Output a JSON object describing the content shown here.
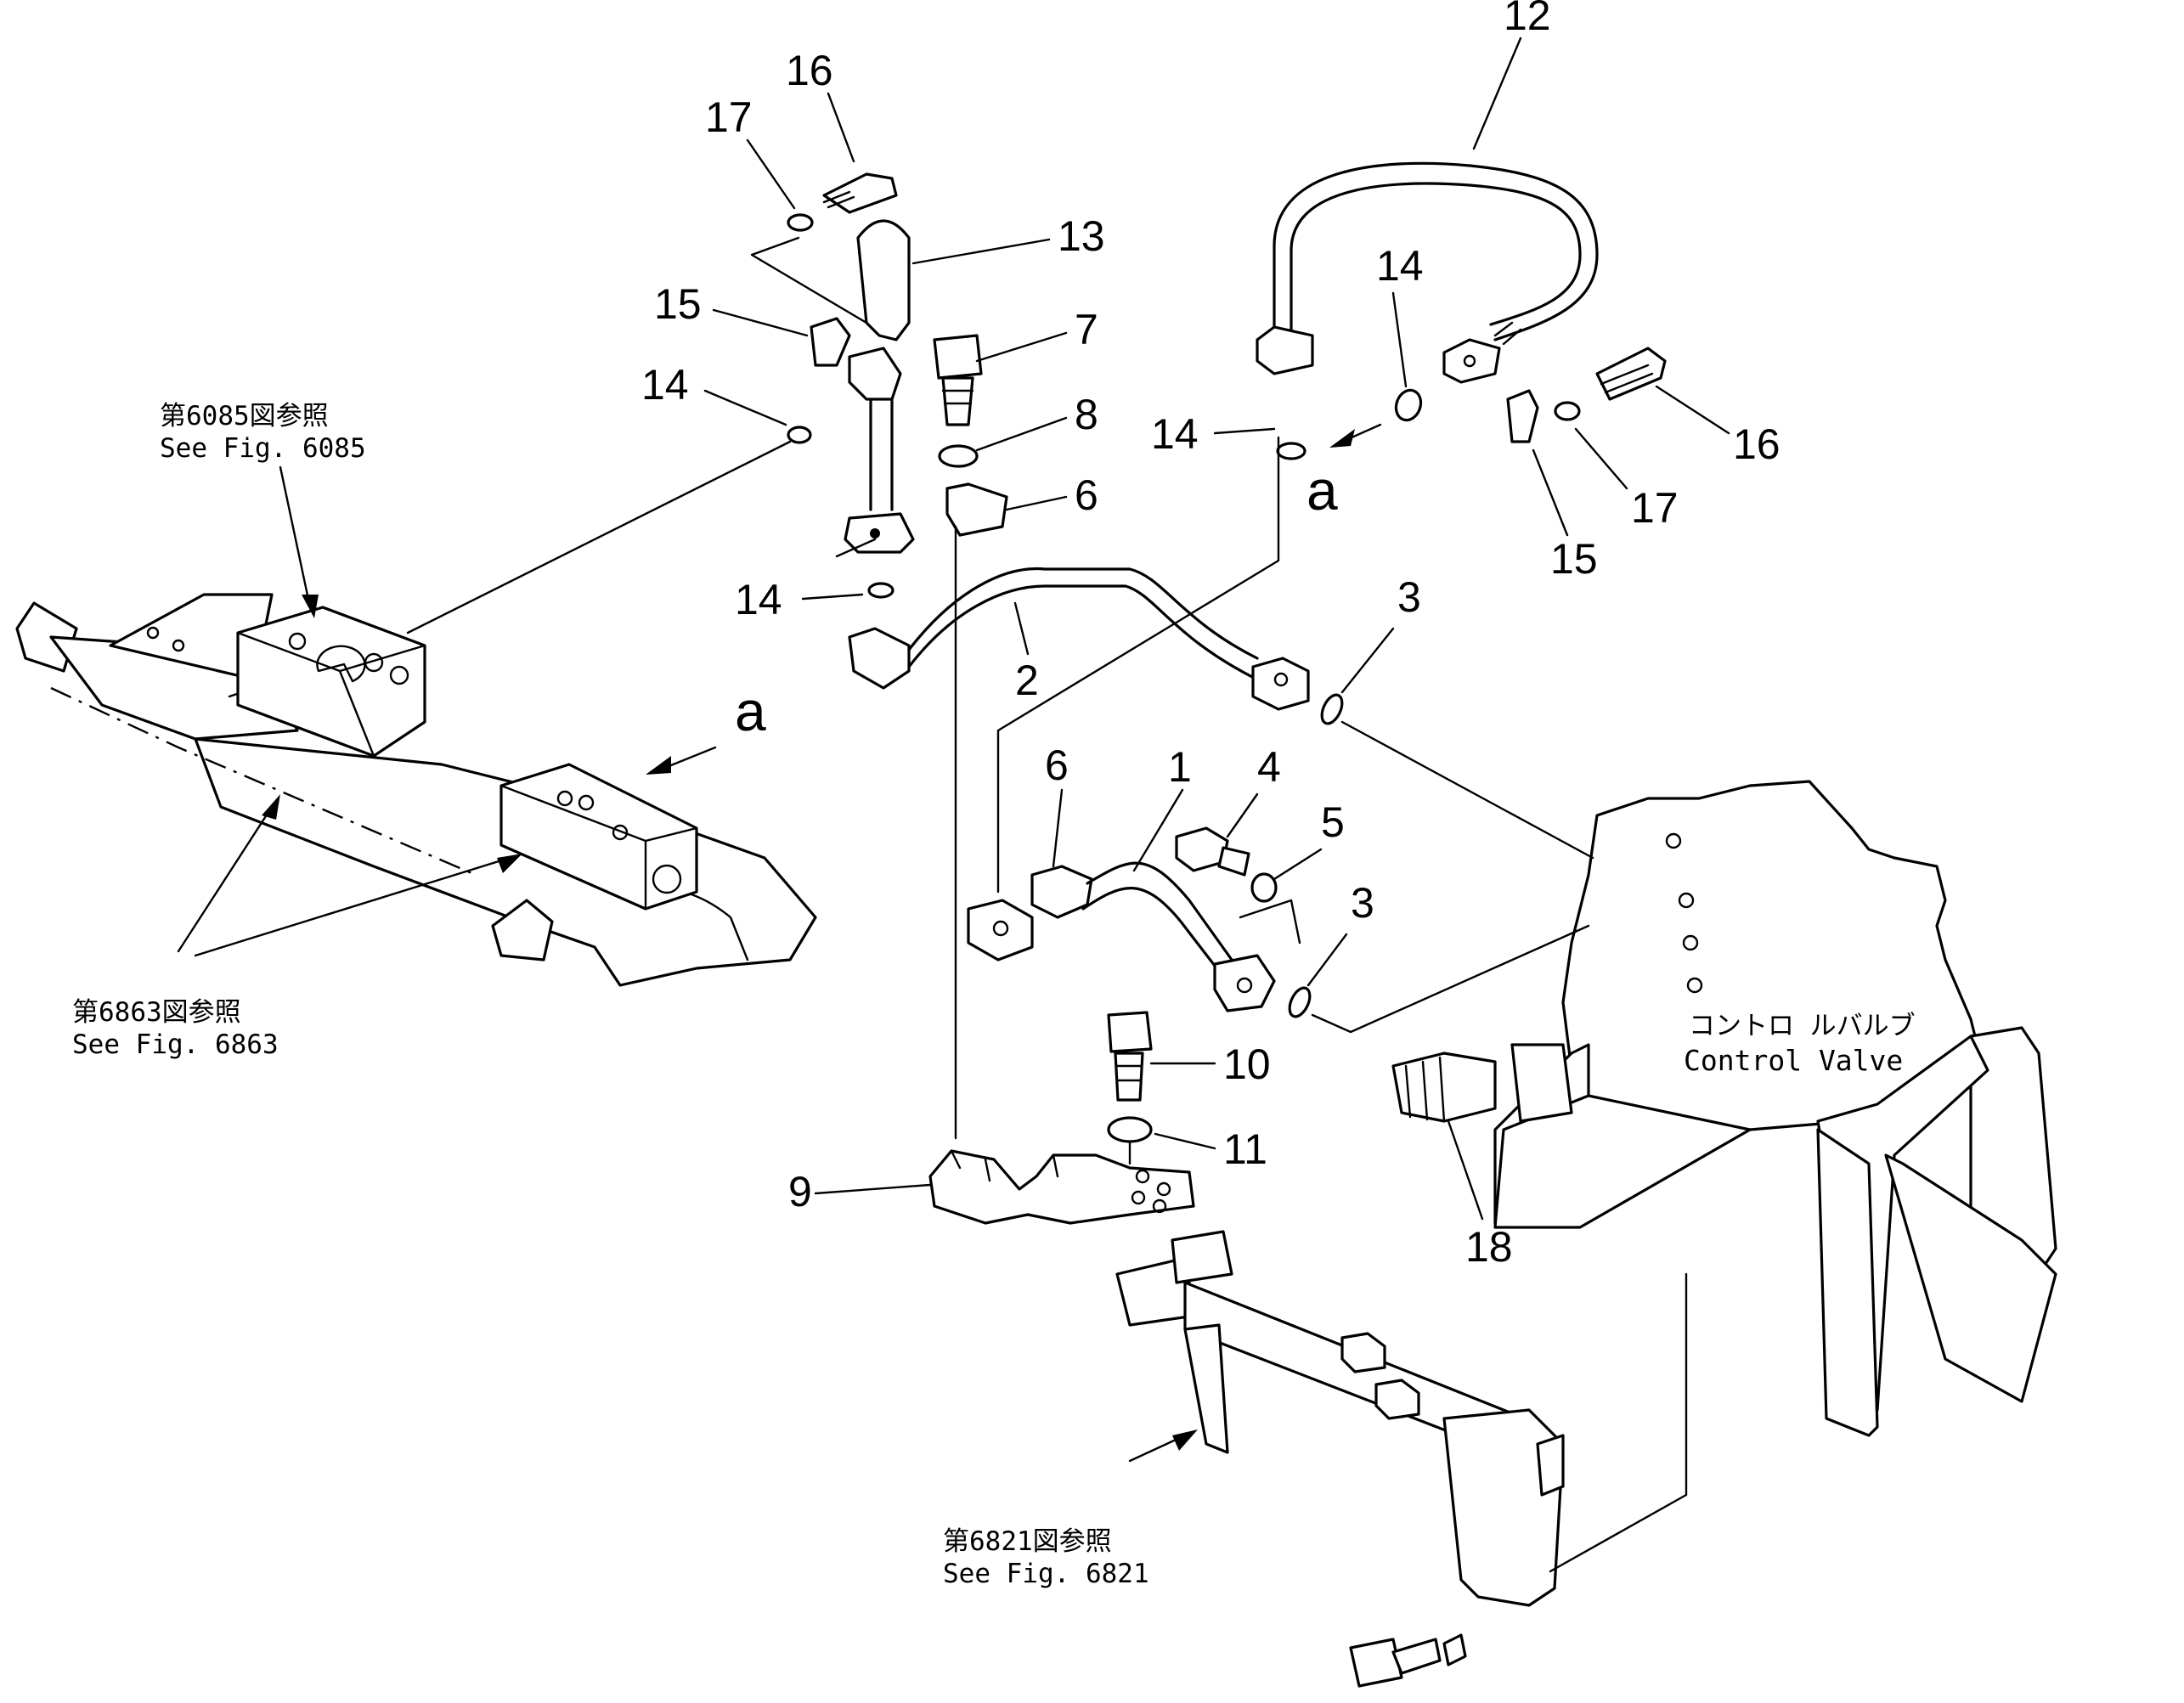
{
  "callouts": [
    {
      "id": "c1",
      "text": "1"
    },
    {
      "id": "c2",
      "text": "2"
    },
    {
      "id": "c3a",
      "text": "3"
    },
    {
      "id": "c3b",
      "text": "3"
    },
    {
      "id": "c4",
      "text": "4"
    },
    {
      "id": "c5",
      "text": "5"
    },
    {
      "id": "c6a",
      "text": "6"
    },
    {
      "id": "c6b",
      "text": "6"
    },
    {
      "id": "c7",
      "text": "7"
    },
    {
      "id": "c8",
      "text": "8"
    },
    {
      "id": "c9",
      "text": "9"
    },
    {
      "id": "c10",
      "text": "10"
    },
    {
      "id": "c11",
      "text": "11"
    },
    {
      "id": "c12",
      "text": "12"
    },
    {
      "id": "c13",
      "text": "13"
    },
    {
      "id": "c14a",
      "text": "14"
    },
    {
      "id": "c14b",
      "text": "14"
    },
    {
      "id": "c14c",
      "text": "14"
    },
    {
      "id": "c14d",
      "text": "14"
    },
    {
      "id": "c15a",
      "text": "15"
    },
    {
      "id": "c15b",
      "text": "15"
    },
    {
      "id": "c16a",
      "text": "16"
    },
    {
      "id": "c16b",
      "text": "16"
    },
    {
      "id": "c17a",
      "text": "17"
    },
    {
      "id": "c17b",
      "text": "17"
    },
    {
      "id": "c18",
      "text": "18"
    }
  ],
  "section_marks": {
    "a_left": "a",
    "a_right": "a"
  },
  "references": {
    "fig6085": {
      "jp": "第6085図参照",
      "en": "See  Fig. 6085"
    },
    "fig6863": {
      "jp": "第6863図参照",
      "en": "See  Fig. 6863"
    },
    "fig6821": {
      "jp": "第6821図参照",
      "en": "See  Fig. 6821"
    }
  },
  "control_valve": {
    "jp": "コントロ ルバルブ",
    "en": "Control  Valve"
  }
}
